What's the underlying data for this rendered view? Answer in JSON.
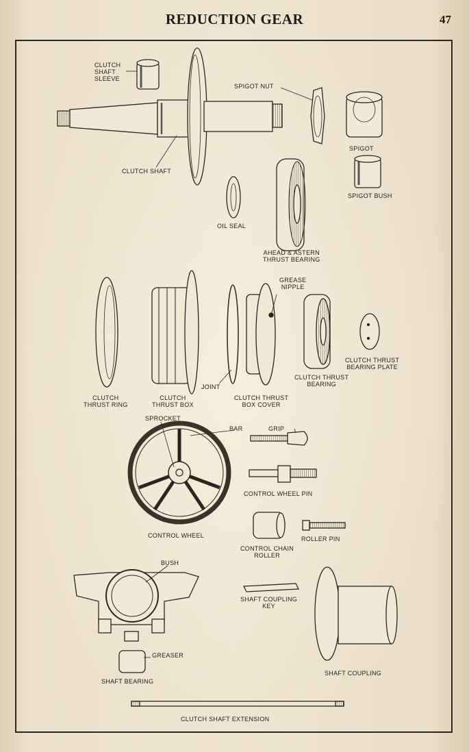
{
  "header": {
    "title": "REDUCTION GEAR",
    "page_number": "47"
  },
  "labels": {
    "clutch_shaft_sleeve": "CLUTCH\nSHAFT\nSLEEVE",
    "spigot_nut": "SPIGOT NUT",
    "spigot": "SPIGOT",
    "clutch_shaft": "CLUTCH SHAFT",
    "spigot_bush": "SPIGOT BUSH",
    "oil_seal": "OIL SEAL",
    "ahead_astern": "AHEAD & ASTERN\nTHRUST BEARING",
    "grease_nipple": "GREASE\nNIPPLE",
    "clutch_thrust_ring": "CLUTCH\nTHRUST RING",
    "clutch_thrust_box": "CLUTCH\nTHRUST BOX",
    "joint": "JOINT",
    "clutch_thrust_box_cover": "CLUTCH THRUST\nBOX COVER",
    "clutch_thrust_bearing": "CLUTCH THRUST\nBEARING",
    "clutch_thrust_bearing_plate": "CLUTCH THRUST\nBEARING PLATE",
    "sprocket": "SPROCKET",
    "bar": "BAR",
    "grip": "GRIP",
    "control_wheel_pin": "CONTROL WHEEL PIN",
    "control_wheel": "CONTROL WHEEL",
    "control_chain_roller": "CONTROL CHAIN\nROLLER",
    "roller_pin": "ROLLER PIN",
    "bush": "BUSH",
    "shaft_coupling_key": "SHAFT COUPLING\nKEY",
    "greaser": "GREASER",
    "shaft_bearing": "SHAFT BEARING",
    "shaft_coupling": "SHAFT COUPLING",
    "clutch_shaft_extension": "CLUTCH SHAFT EXTENSION"
  }
}
